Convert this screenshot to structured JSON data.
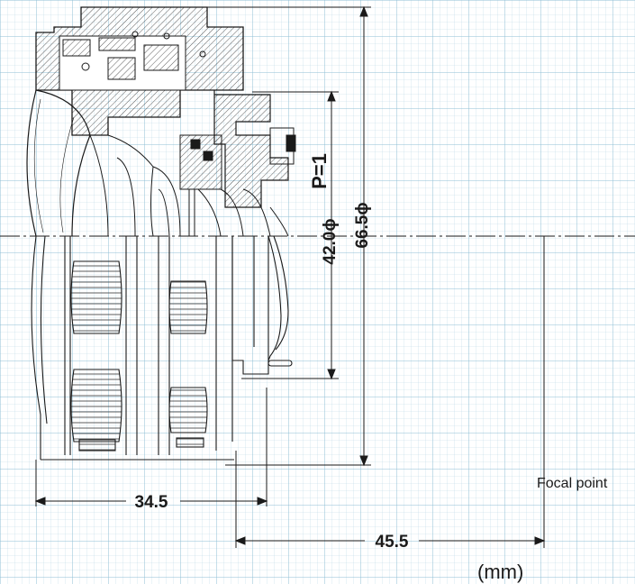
{
  "labels": {
    "dim_length_front": "34.5",
    "dim_flange_to_focus": "45.5",
    "dim_inner_diameter": "42.0ϕ",
    "dim_outer_diameter": "66.5ϕ",
    "pitch_label": "P=1",
    "focal_point": "Focal point",
    "units": "(mm)"
  },
  "colors": {
    "paper": "#ffffff",
    "grid_minor": "#bcd8e6",
    "grid_major": "#8fbfd6",
    "ink": "#1a1a1a"
  }
}
